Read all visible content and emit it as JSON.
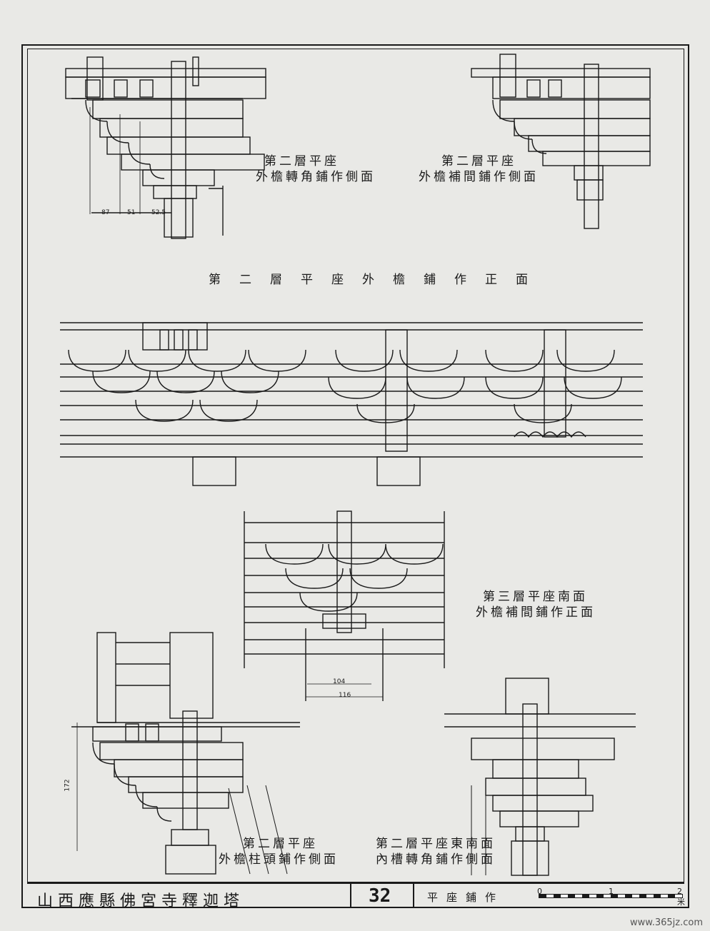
{
  "labels": {
    "corner_side_l1": "第二層平座",
    "corner_side_l2": "外檐轉角鋪作側面",
    "inter_side_l1": "第二層平座",
    "inter_side_l2": "外檐補間鋪作側面",
    "front_title": "第二層平座外檐鋪作正面",
    "third_l1": "第三層平座南面",
    "third_l2": "外檐補間鋪作正面",
    "column_side_l1": "第二層平座",
    "column_side_l2": "外檐柱頭鋪作側面",
    "inner_l1": "第二層平座東南面",
    "inner_l2": "內槽轉角鋪作側面"
  },
  "dimensions": {
    "d1": "87",
    "d2": "51",
    "d3": "52.5",
    "d4": "104",
    "d5": "116",
    "d6": "172"
  },
  "title_block": {
    "title": "山西應縣佛宮寺釋迦塔",
    "sheet_no": "32",
    "sheet_name": "平座鋪作",
    "scale_zero": "0",
    "scale_one": "1",
    "scale_unit": "2米"
  },
  "watermark": "www.365jz.com"
}
